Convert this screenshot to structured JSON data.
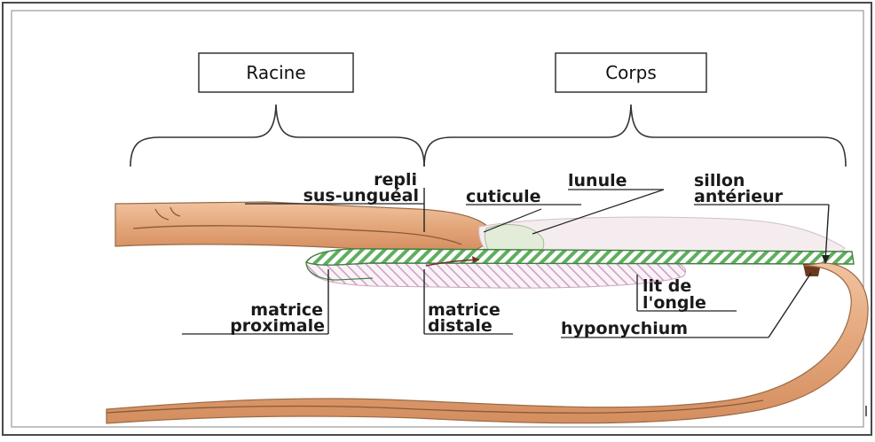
{
  "diagram": {
    "boxes": {
      "root": "Racine",
      "body": "Corps"
    },
    "labels": {
      "fold_line1": "repli",
      "fold_line2": "sus-unguéal",
      "cuticle": "cuticule",
      "lunula": "lunule",
      "groove_line1": "sillon",
      "groove_line2": "antérieur",
      "prox_matrix_line1": "matrice",
      "prox_matrix_line2": "proximale",
      "dist_matrix_line1": "matrice",
      "dist_matrix_line2": "distale",
      "nailbed_line1": "lit de",
      "nailbed_line2": "l'ongle",
      "hyponychium": "hyponychium"
    },
    "colors": {
      "skin": "#e3a67a",
      "skin_outline": "#9a6a45",
      "nail_green": "#7cc07c",
      "matrix_hatch": "#c9a4c4",
      "frame_border": "#4a4a4a"
    }
  }
}
